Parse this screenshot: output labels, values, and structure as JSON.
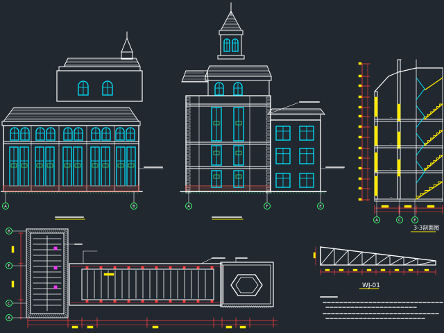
{
  "drawing": {
    "colors": {
      "background": "#212830",
      "outline": "#ffffff",
      "window": "#00e5ff",
      "roof": "#ffffff",
      "brick": "#ff5a4a",
      "ground": "#38d878",
      "stair": "#ffea00",
      "grid_bubble": "#3cff6a",
      "dimension": "#ff3b3b",
      "text": "#ffffff",
      "title_accent": "#ffea00",
      "hatch": "#c8c8c8",
      "magenta": "#ff3bff"
    },
    "grid_bubbles": {
      "front": [
        "A",
        "B"
      ],
      "side": [
        "A",
        "F",
        "E"
      ],
      "section": [
        "A",
        "C",
        "E"
      ],
      "plan": [
        "B",
        "F",
        "C",
        "A"
      ]
    },
    "section_title": "3-3剖面图",
    "truss_title": "WJ-01"
  }
}
